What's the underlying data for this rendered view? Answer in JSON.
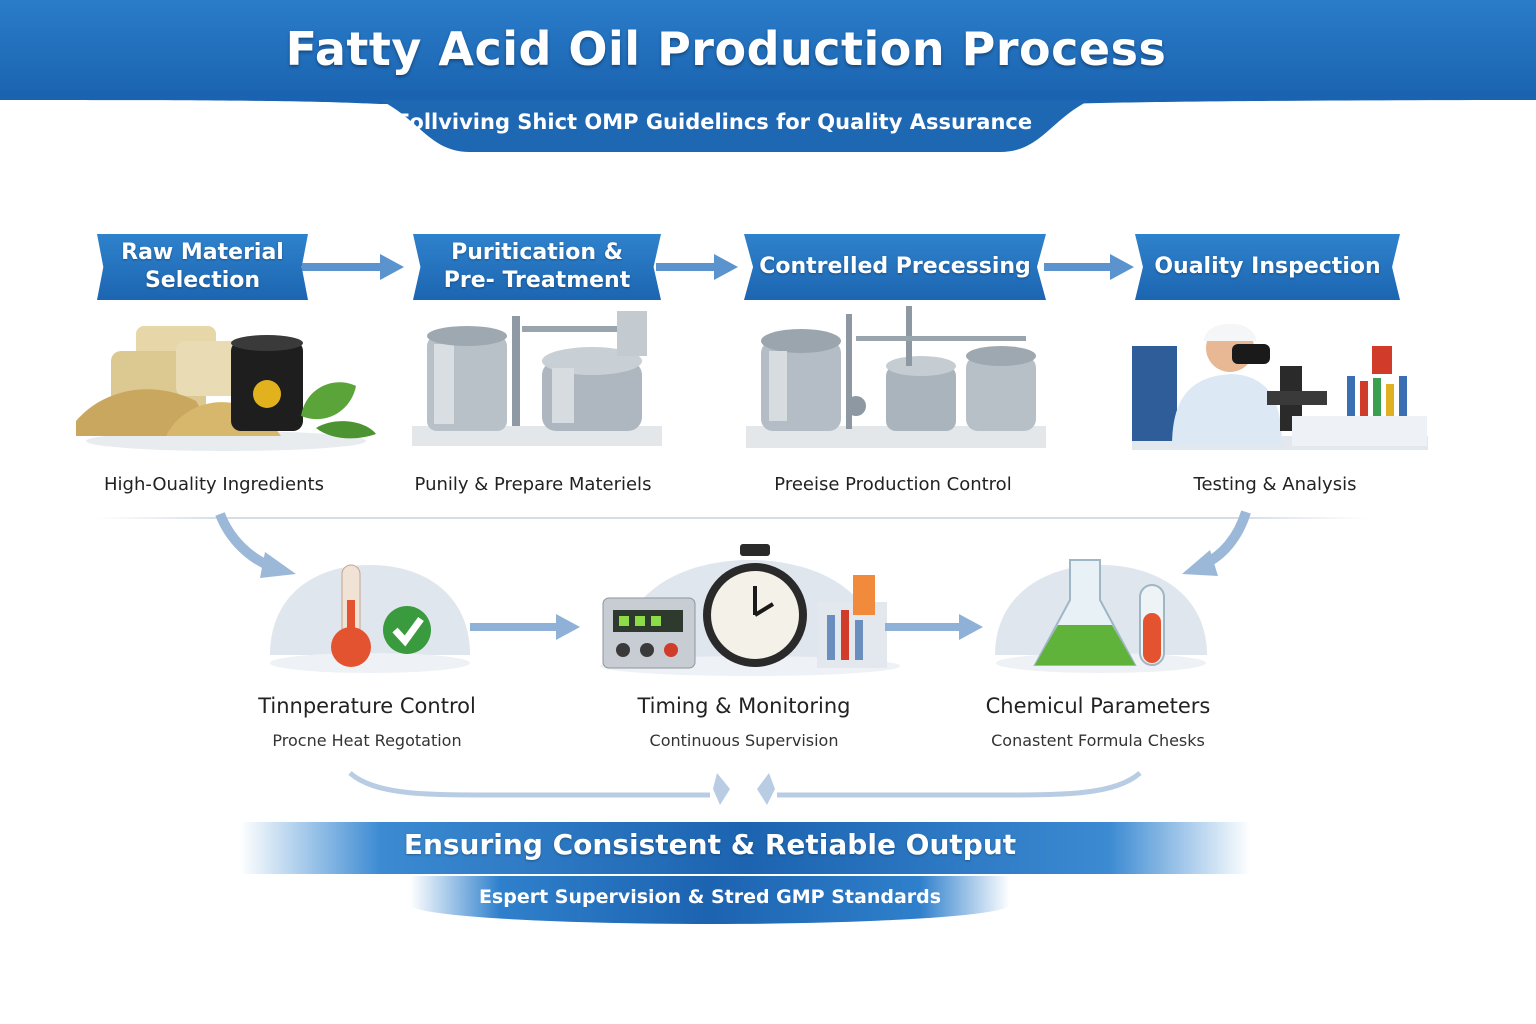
{
  "header": {
    "title": "Fatty Acid Oil Production Process",
    "subtitle": "Follviving Shict OMP Guidelincs for Quality Assurance"
  },
  "steps": [
    {
      "title_line1": "Raw Material",
      "title_line2": "Selection",
      "caption": "High-Ouality Ingredients",
      "icon": "raw-materials-icon"
    },
    {
      "title_line1": "Puritication &",
      "title_line2": "Pre- Treatment",
      "caption": "Punily & Prepare Materiels",
      "icon": "tank-equipment-icon"
    },
    {
      "title_line1": "Contrelled Precessing",
      "title_line2": "",
      "caption": "Preeise Production Control",
      "icon": "processing-plant-icon"
    },
    {
      "title_line1": "Ouality Inspection",
      "title_line2": "",
      "caption": "Testing & Analysis",
      "icon": "lab-technician-icon"
    }
  ],
  "parameters": [
    {
      "title": "Tinnperature Control",
      "subtitle": "Procne Heat Regotation",
      "icon": "thermometer-check-icon"
    },
    {
      "title": "Timing & Monitoring",
      "subtitle": "Continuous Supervision",
      "icon": "stopwatch-monitor-icon"
    },
    {
      "title": "Chemicul Parameters",
      "subtitle": "Conastent Formula Chesks",
      "icon": "flask-icon"
    }
  ],
  "footer": {
    "title": "Ensuring Consistent & Retiable Output",
    "subtitle": "Espert Supervision & Stred GMP Standards"
  },
  "colors": {
    "primary_blue": "#1c65b1",
    "arrow_blue": "#5b93cf",
    "text_dark": "#222222"
  }
}
